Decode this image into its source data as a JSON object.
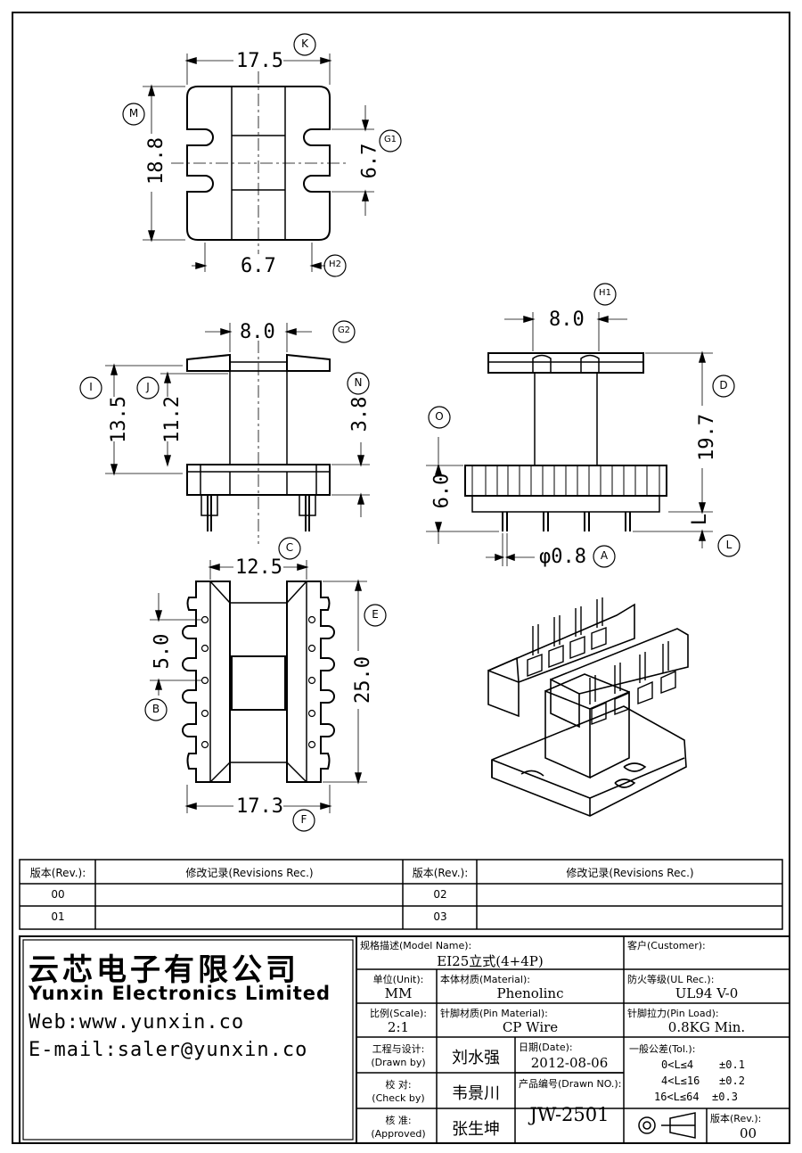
{
  "dimensions": {
    "top_width": "17.5",
    "top_height": "18.8",
    "top_slot": "6.7",
    "top_bottom": "6.7",
    "front_top": "8.0",
    "front_h1": "13.5",
    "front_h2": "11.2",
    "front_h3": "3.8",
    "side_top": "8.0",
    "side_h": "19.7",
    "side_base": "6.0",
    "side_L": "L",
    "pin_dia": "φ0.8",
    "bottom_top": "12.5",
    "bottom_pitch": "5.0",
    "bottom_len": "25.0",
    "bottom_width": "17.3"
  },
  "callouts": [
    "K",
    "M",
    "G1",
    "H2",
    "G2",
    "I",
    "J",
    "N",
    "H1",
    "D",
    "O",
    "L",
    "A",
    "C",
    "E",
    "B",
    "F"
  ],
  "revisions": {
    "col_rev": "版本(Rev.):",
    "col_rec": "修改记录(Revisions Rec.)",
    "rows": [
      [
        "00",
        "",
        "02",
        ""
      ],
      [
        "01",
        "",
        "03",
        ""
      ]
    ]
  },
  "company": {
    "cn": "云芯电子有限公司",
    "en": "Yunxin Electronics Limited",
    "web": "Web:www.yunxin.co",
    "email": "E-mail:saler@yunxin.co"
  },
  "title_block": {
    "model_label": "规格描述(Model Name):",
    "model": "EI25立式(4+4P)",
    "customer_label": "客户(Customer):",
    "customer": "",
    "unit_label": "单位(Unit):",
    "unit": "MM",
    "material_label": "本体材质(Material):",
    "material": "Phenolinc",
    "ul_label": "防火等级(UL Rec.):",
    "ul": "UL94 V-0",
    "scale_label": "比例(Scale):",
    "scale": "2:1",
    "pin_mat_label": "针脚材质(Pin Material):",
    "pin_mat": "CP Wire",
    "pin_load_label": "针脚拉力(Pin Load):",
    "pin_load": "0.8KG Min.",
    "drawn_label1": "工程与设计:",
    "drawn_label2": "(Drawn by)",
    "drawn_by": "刘水强",
    "date_label": "日期(Date):",
    "date": "2012-08-06",
    "check_label1": "校  对:",
    "check_label2": "(Check by)",
    "check_by": "韦景川",
    "drawn_no_label": "产品编号(Drawn NO.):",
    "drawn_no": "JW-2501",
    "approved_label1": "核  准:",
    "approved_label2": "(Approved)",
    "approved_by": "张生坤",
    "tol_label": "一般公差(Tol.):",
    "tol_rows": [
      "0<L≤4    ±0.1",
      "4<L≤16   ±0.2",
      "16<L≤64  ±0.3"
    ],
    "rev_label": "版本(Rev.):",
    "rev": "00"
  }
}
